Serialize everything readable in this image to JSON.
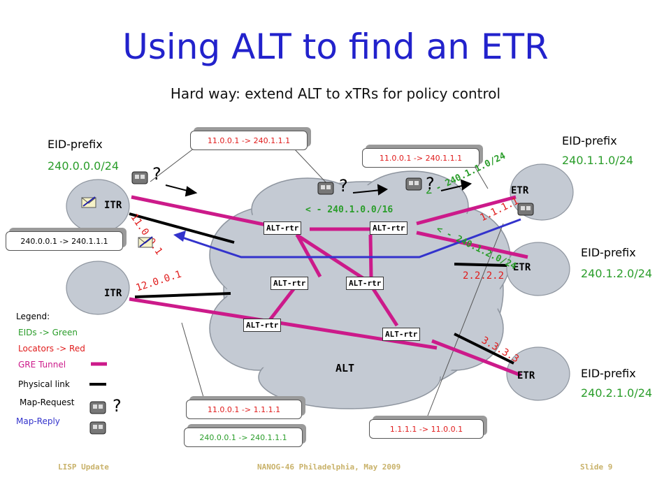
{
  "title": "Using ALT to find an ETR",
  "subtitle": "Hard way: extend ALT to xTRs for policy control",
  "alt_label": "ALT",
  "alt_router_label": "ALT-rtr",
  "devices": {
    "itr": "ITR",
    "etr": "ETR"
  },
  "eid_heading": "EID-prefix",
  "eid_prefixes": {
    "left_top": "240.0.0.0/24",
    "right_top": "240.1.1.0/24",
    "right_mid": "240.1.2.0/24",
    "right_bottom": "240.2.1.0/24"
  },
  "callouts": {
    "top_center": "11.0.0.1 -> 240.1.1.1",
    "top_right": "11.0.0.1 -> 240.1.1.1",
    "left": "240.0.0.1 -> 240.1.1.1",
    "bottom_center_1": "11.0.0.1 -> 1.1.1.1",
    "bottom_center_2": "240.0.0.1 -> 240.1.1.1",
    "bottom_right": "1.1.1.1 -> 11.0.0.1"
  },
  "route_labels": {
    "center": "< - 240.1.0.0/16",
    "etr1": "< - 240.1.1.0/24",
    "etr2": "< - 240.1.2.0/24"
  },
  "locators": {
    "itr1": "11.0.0.1",
    "itr2": "12.0.0.1",
    "etr1": "1.1.1.1",
    "etr2": "2.2.2.2",
    "etr3": "3.3.3.3"
  },
  "question_mark": "?",
  "legend": {
    "title": "Legend:",
    "eids": "EIDs -> Green",
    "locators": "Locators -> Red",
    "gre": "GRE Tunnel",
    "physical": "Physical link",
    "map_request": "Map-Request",
    "map_reply": "Map-Reply"
  },
  "colors": {
    "title": "#2222cc",
    "eid_green": "#2a9d2a",
    "locator_red": "#e01b1b",
    "gre_tunnel": "#cc1a8a",
    "map_reply": "#3333cc",
    "cloud": "#c4cad3"
  },
  "footer": {
    "left": "LISP Update",
    "center": "NANOG-46 Philadelphia, May 2009",
    "right": "Slide 9"
  }
}
